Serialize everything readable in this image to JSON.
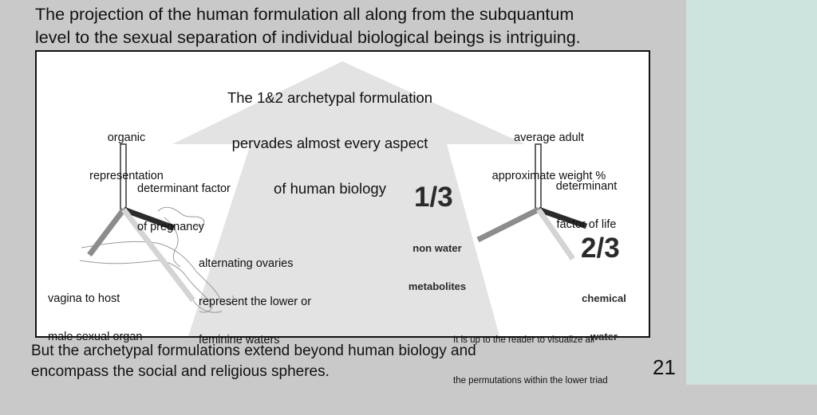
{
  "slide": {
    "intro_line1": "The projection of the human formulation all along from the subquantum",
    "intro_line2": "level to the sexual separation of individual biological beings is intriguing.",
    "outro_line1": "But the archetypal formulations extend beyond human biology and",
    "outro_line2": "encompass the social and religious spheres.",
    "page_number": "21"
  },
  "diagram": {
    "headline_line1": "The 1&2 archetypal formulation",
    "headline_line2": "pervades almost every aspect",
    "headline_line3": "of human biology",
    "left": {
      "organic_line1": "organic",
      "organic_line2": "representation",
      "determinant_line1": "determinant factor",
      "determinant_line2": "of pregnancy",
      "ovaries_line1": "alternating ovaries",
      "ovaries_line2": "represent the lower or",
      "ovaries_line3": "feminine waters",
      "vagina_line1": "vagina to host",
      "vagina_line2": "male sexual organ"
    },
    "right": {
      "weight_line1": "average adult",
      "weight_line2": "approximate weight %",
      "life_line1": "determinant",
      "life_line2": "factor of life",
      "fraction_one": "1/3",
      "metabolites_line1": "non water",
      "metabolites_line2": "metabolites",
      "fraction_two": "2/3",
      "water_line1": "chemical",
      "water_line2": "water"
    },
    "note_line1": "It is up to the reader to visualize all",
    "note_line2": "the permutations within the lower triad"
  },
  "colors": {
    "background": "#c9c9c9",
    "side_panel": "#cde3de",
    "arrow": "#e3e3e3",
    "dark_arm": "#2b2b2b",
    "mid_arm": "#8c8c8c",
    "light_arm": "#d4d4d4"
  }
}
